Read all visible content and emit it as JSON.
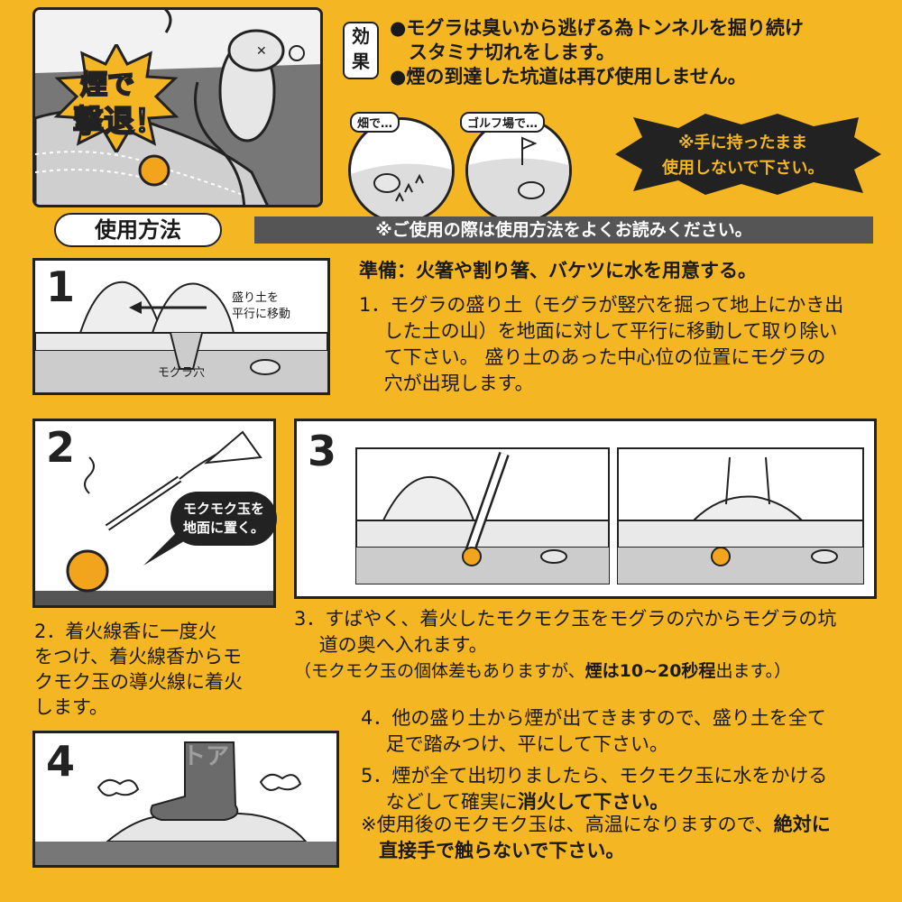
{
  "hero": {
    "badge_line1": "煙で",
    "badge_line2": "撃退！"
  },
  "effect": {
    "label_line1": "効",
    "label_line2": "果",
    "bullets": [
      "●モグラは臭いから逃げる為トンネルを掘り続け",
      "　スタミナ切れをします。",
      "●煙の到達した坑道は再び使用しません。"
    ],
    "scene1_label": "畑で…",
    "scene2_label": "ゴルフ場で…",
    "warning_line1": "※手に持ったまま",
    "warning_line2": "使用しないで下さい。"
  },
  "usage": {
    "title": "使用方法",
    "notice": "※ご使用の際は使用方法をよくお読みください。"
  },
  "step1": {
    "number": "1",
    "arrow_label_line1": "盛り土を",
    "arrow_label_line2": "平行に移動",
    "hole_label": "モグラ穴",
    "prep": "準備：火箸や割り箸、バケツに水を用意する。",
    "lines": [
      "1．モグラの盛り土（モグラが竪穴を掘って地上にかき出",
      "　 した土の山）を地面に対して平行に移動して取り除い",
      "　 て下さい。 盛り土のあった中心位の位置にモグラの",
      "　 穴が出現します。"
    ]
  },
  "step2": {
    "number": "2",
    "bubble_line1": "モクモク玉を",
    "bubble_line2": "地面に置く。",
    "lines": [
      "2．着火線香に一度火",
      "をつけ、着火線香からモ",
      "クモク玉の導火線に着火",
      "します。"
    ]
  },
  "step3": {
    "number": "3",
    "line1": "3．すばやく、着火したモクモク玉をモグラの穴からモグラの坑",
    "line2": "　 道の奥へ入れます。",
    "line3_pre": "（モクモク玉の個体差もありますが、",
    "line3_bold": "煙は10~20秒程",
    "line3_post": "出ます。）"
  },
  "step4": {
    "number": "4",
    "l4a": "4．他の盛り土から煙が出てきますので、盛り土を全て",
    "l4b": "　 足で踏みつけ、平にして下さい。",
    "l5a": "5．煙が全て出切りましたら、モクモク玉に水をかける",
    "l5b_pre": "　 などして確実に",
    "l5b_bold": "消火して下さい。",
    "l6a_pre": "※使用後のモクモク玉は、高温になりますので、",
    "l6a_bold": "絶対に",
    "l6b": "直接手で触らないで下さい。"
  },
  "watermark": "清すトア",
  "colors": {
    "background": "#F5B623",
    "border": "#222222",
    "ball": "#F2A51C",
    "bar": "#555555"
  }
}
